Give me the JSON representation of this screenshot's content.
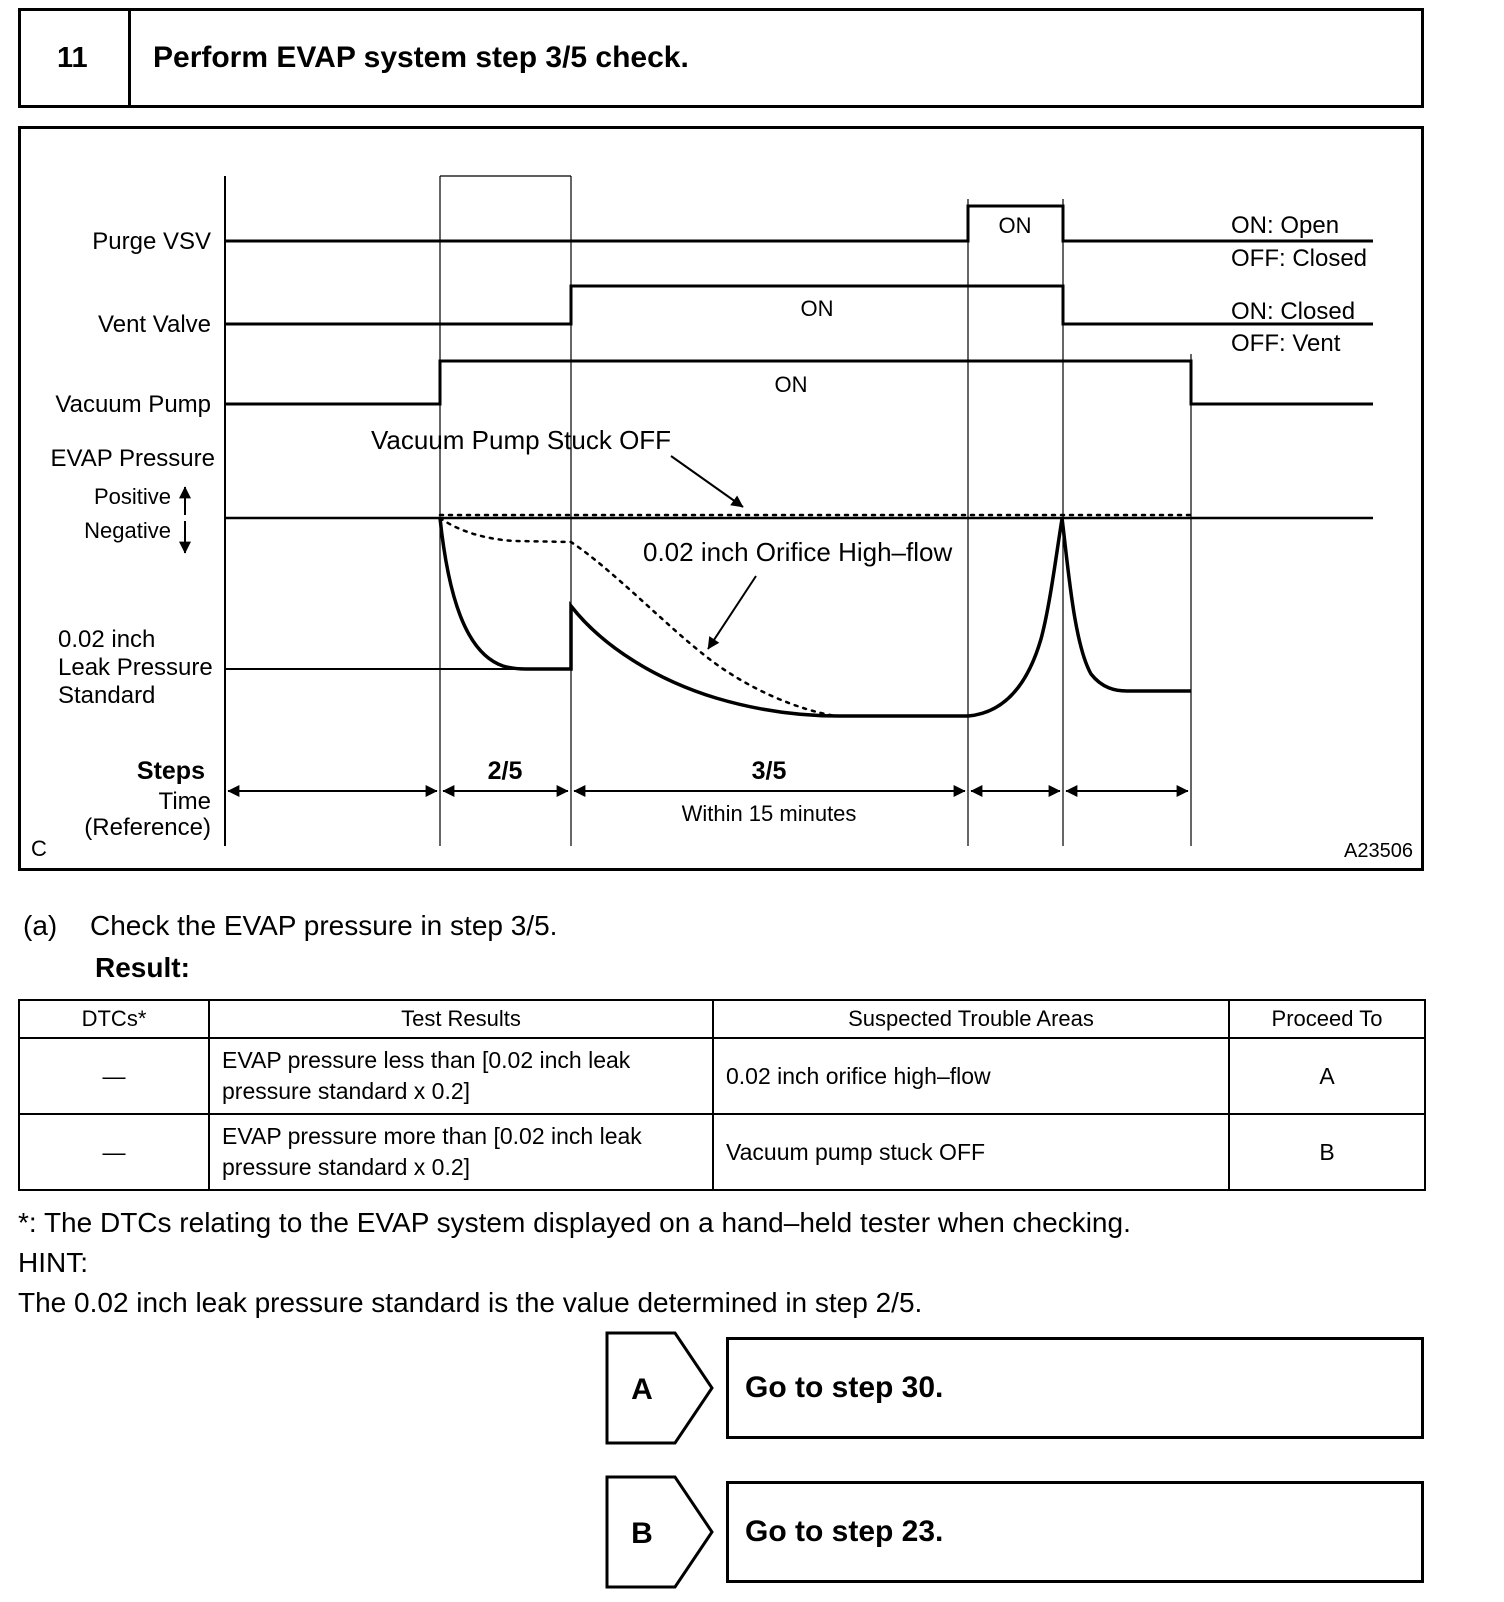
{
  "page": {
    "step_number": "11",
    "step_title": "Perform EVAP system step 3/5 check."
  },
  "diagram": {
    "figure_note": "C",
    "figure_id": "A23506",
    "purge_vsv": {
      "label": "Purge VSV",
      "on_text": "ON",
      "legend_on": "ON: Open",
      "legend_off": "OFF: Closed"
    },
    "vent_valve": {
      "label": "Vent Valve",
      "on_text": "ON",
      "legend_on": "ON: Closed",
      "legend_off": "OFF: Vent"
    },
    "vacuum_pump": {
      "label": "Vacuum Pump",
      "on_text": "ON"
    },
    "evap_pressure": {
      "label": "EVAP Pressure",
      "positive": "Positive",
      "negative": "Negative",
      "stuck_off_annotation": "Vacuum Pump Stuck OFF",
      "high_flow_annotation": "0.02 inch Orifice High–flow",
      "leak_standard_line1": "0.02 inch",
      "leak_standard_line2": "Leak Pressure",
      "leak_standard_line3": "Standard"
    },
    "steps": {
      "label": "Steps",
      "step2": "2/5",
      "step3": "3/5"
    },
    "time": {
      "label_line1": "Time",
      "label_line2": "(Reference)",
      "within": "Within 15 minutes"
    }
  },
  "procedure": {
    "item_marker": "(a)",
    "item_text": "Check the EVAP pressure in step 3/5.",
    "result_label": "Result:"
  },
  "result_table": {
    "headers": [
      "DTCs*",
      "Test Results",
      "Suspected Trouble Areas",
      "Proceed To"
    ],
    "rows": [
      {
        "dtcs": "—",
        "test_result": "EVAP pressure less than [0.02 inch leak pressure standard x 0.2]",
        "trouble_area": "0.02 inch orifice high–flow",
        "proceed_to": "A"
      },
      {
        "dtcs": "—",
        "test_result": "EVAP pressure more than [0.02 inch leak pressure standard x 0.2]",
        "trouble_area": "Vacuum pump stuck OFF",
        "proceed_to": "B"
      }
    ]
  },
  "notes": {
    "footnote": "*: The DTCs relating to the EVAP system displayed on a hand–held tester when checking.",
    "hint_label": "HINT:",
    "hint_text": "The 0.02 inch leak pressure standard is the value determined in step 2/5."
  },
  "actions": [
    {
      "marker": "A",
      "text": "Go to step 30."
    },
    {
      "marker": "B",
      "text": "Go to step 23."
    }
  ]
}
